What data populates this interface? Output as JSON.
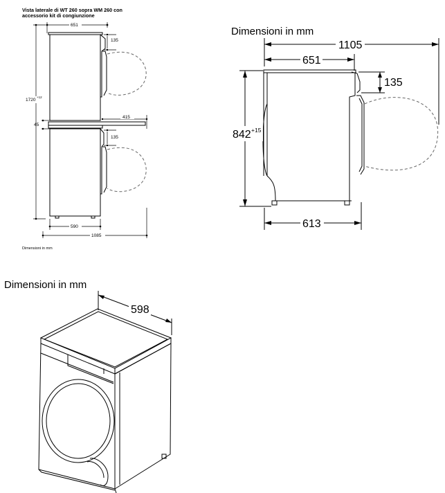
{
  "stack_diagram": {
    "title_line1": "Vista laterale di WT 260 sopra WM 260 con",
    "title_line2": "accessorio kit di congiunzione",
    "dim_top_depth": "651",
    "dim_door_upper": "135",
    "dim_height_total": "1720",
    "dim_height_tol": "+12",
    "dim_gap": "45",
    "dim_kit_depth": "415",
    "dim_door_lower": "135",
    "dim_bottom_depth": "590",
    "dim_total_depth": "1085",
    "caption": "Dimensioni in mm"
  },
  "side_view": {
    "heading": "Dimensioni in mm",
    "dim_total_depth": "1105",
    "dim_depth": "651",
    "dim_door": "135",
    "dim_height": "842",
    "dim_height_tol": "+15",
    "dim_base_depth": "613"
  },
  "iso_view": {
    "heading": "Dimensioni in mm",
    "dim_width": "598"
  }
}
